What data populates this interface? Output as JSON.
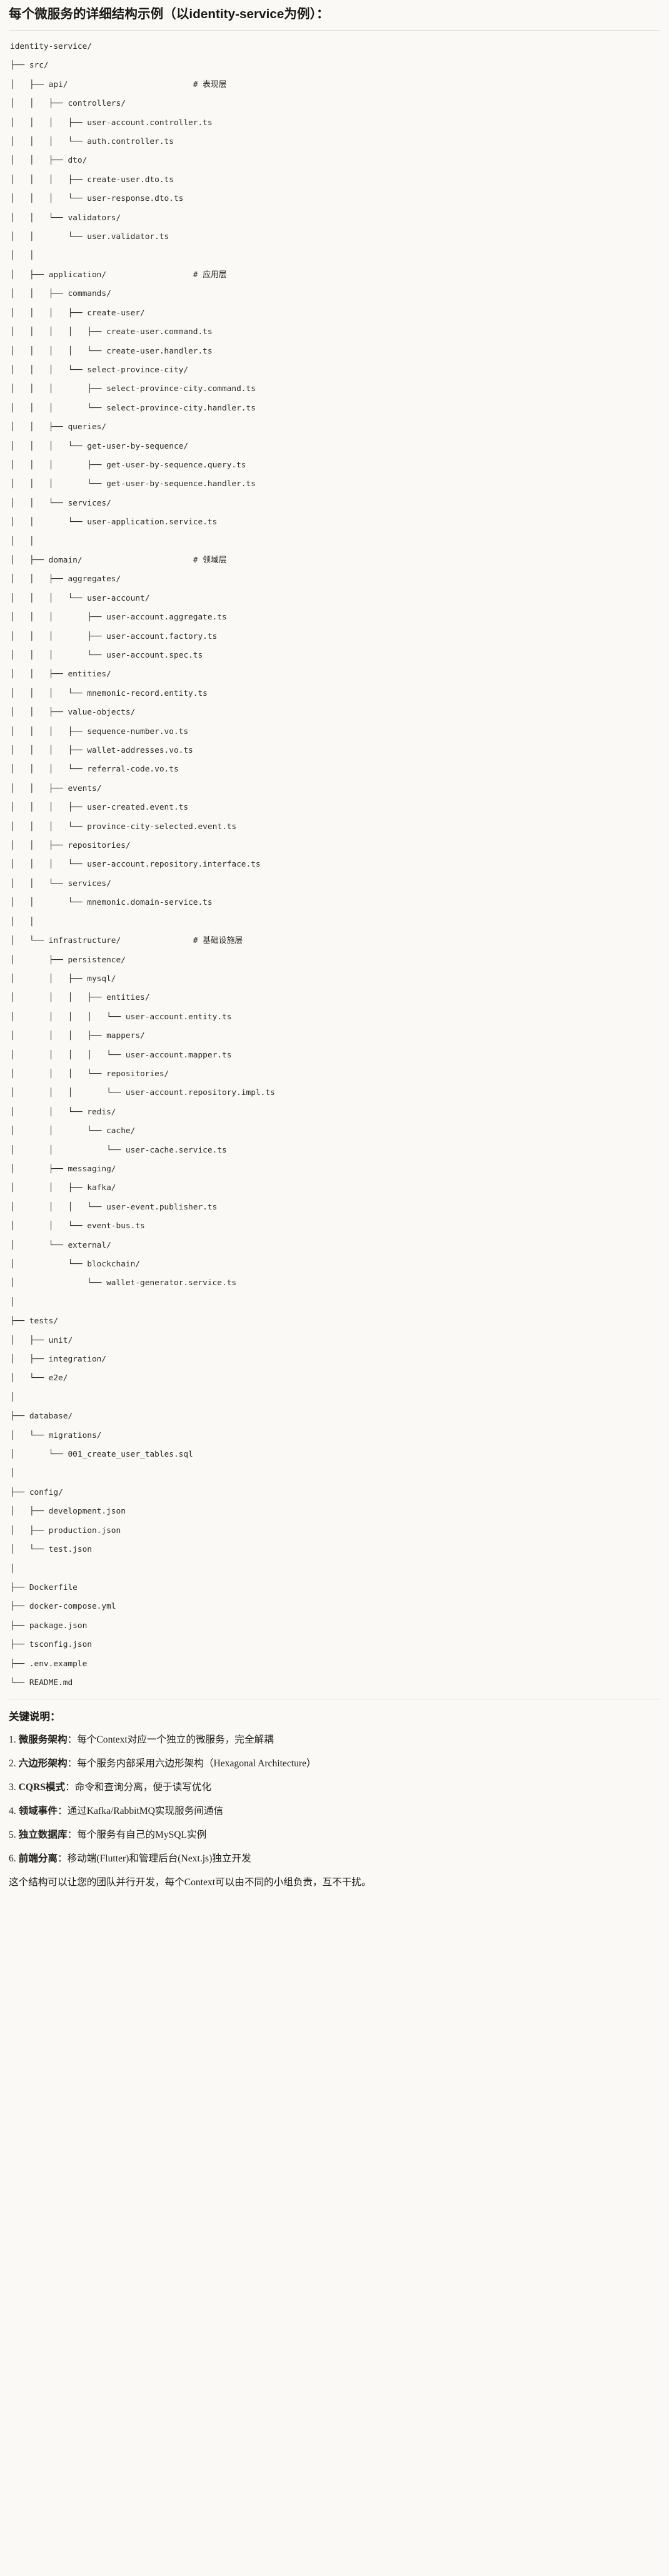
{
  "document": {
    "title": "每个微服务的详细结构示例（以identity-service为例）：",
    "tree_lines": [
      "identity-service/",
      "├── src/",
      "│   ├── api/                          # 表现层",
      "│   │   ├── controllers/",
      "│   │   │   ├── user-account.controller.ts",
      "│   │   │   └── auth.controller.ts",
      "│   │   ├── dto/",
      "│   │   │   ├── create-user.dto.ts",
      "│   │   │   └── user-response.dto.ts",
      "│   │   └── validators/",
      "│   │       └── user.validator.ts",
      "│   │",
      "│   ├── application/                  # 应用层",
      "│   │   ├── commands/",
      "│   │   │   ├── create-user/",
      "│   │   │   │   ├── create-user.command.ts",
      "│   │   │   │   └── create-user.handler.ts",
      "│   │   │   └── select-province-city/",
      "│   │   │       ├── select-province-city.command.ts",
      "│   │   │       └── select-province-city.handler.ts",
      "│   │   ├── queries/",
      "│   │   │   └── get-user-by-sequence/",
      "│   │   │       ├── get-user-by-sequence.query.ts",
      "│   │   │       └── get-user-by-sequence.handler.ts",
      "│   │   └── services/",
      "│   │       └── user-application.service.ts",
      "│   │",
      "│   ├── domain/                       # 领域层",
      "│   │   ├── aggregates/",
      "│   │   │   └── user-account/",
      "│   │   │       ├── user-account.aggregate.ts",
      "│   │   │       ├── user-account.factory.ts",
      "│   │   │       └── user-account.spec.ts",
      "│   │   ├── entities/",
      "│   │   │   └── mnemonic-record.entity.ts",
      "│   │   ├── value-objects/",
      "│   │   │   ├── sequence-number.vo.ts",
      "│   │   │   ├── wallet-addresses.vo.ts",
      "│   │   │   └── referral-code.vo.ts",
      "│   │   ├── events/",
      "│   │   │   ├── user-created.event.ts",
      "│   │   │   └── province-city-selected.event.ts",
      "│   │   ├── repositories/",
      "│   │   │   └── user-account.repository.interface.ts",
      "│   │   └── services/",
      "│   │       └── mnemonic.domain-service.ts",
      "│   │",
      "│   └── infrastructure/               # 基础设施层",
      "│       ├── persistence/",
      "│       │   ├── mysql/",
      "│       │   │   ├── entities/",
      "│       │   │   │   └── user-account.entity.ts",
      "│       │   │   ├── mappers/",
      "│       │   │   │   └── user-account.mapper.ts",
      "│       │   │   └── repositories/",
      "│       │   │       └── user-account.repository.impl.ts",
      "│       │   └── redis/",
      "│       │       └── cache/",
      "│       │           └── user-cache.service.ts",
      "│       ├── messaging/",
      "│       │   ├── kafka/",
      "│       │   │   └── user-event.publisher.ts",
      "│       │   └── event-bus.ts",
      "│       └── external/",
      "│           └── blockchain/",
      "│               └── wallet-generator.service.ts",
      "│",
      "├── tests/",
      "│   ├── unit/",
      "│   ├── integration/",
      "│   └── e2e/",
      "│",
      "├── database/",
      "│   └── migrations/",
      "│       └── 001_create_user_tables.sql",
      "│",
      "├── config/",
      "│   ├── development.json",
      "│   ├── production.json",
      "│   └── test.json",
      "│",
      "├── Dockerfile",
      "├── docker-compose.yml",
      "├── package.json",
      "├── tsconfig.json",
      "├── .env.example",
      "└── README.md"
    ],
    "keypoints_heading": "关键说明：",
    "keypoints": [
      {
        "num": "1.",
        "term": "微服务架构",
        "sep": "：",
        "desc": "每个Context对应一个独立的微服务，完全解耦"
      },
      {
        "num": "2.",
        "term": "六边形架构",
        "sep": "：",
        "desc": "每个服务内部采用六边形架构（Hexagonal Architecture）"
      },
      {
        "num": "3.",
        "term": "CQRS模式",
        "sep": "：",
        "desc": "命令和查询分离，便于读写优化"
      },
      {
        "num": "4.",
        "term": "领域事件",
        "sep": "：",
        "desc": "通过Kafka/RabbitMQ实现服务间通信"
      },
      {
        "num": "5.",
        "term": "独立数据库",
        "sep": "：",
        "desc": "每个服务有自己的MySQL实例"
      },
      {
        "num": "6.",
        "term": "前端分离",
        "sep": "：",
        "desc": "移动端(Flutter)和管理后台(Next.js)独立开发"
      }
    ],
    "closing": "这个结构可以让您的团队并行开发，每个Context可以由不同的小组负责，互不干扰。"
  },
  "colors": {
    "background": "#faf9f5",
    "text": "#23211d",
    "rule": "#e2dfd6",
    "mono_text": "#2b2a27"
  }
}
